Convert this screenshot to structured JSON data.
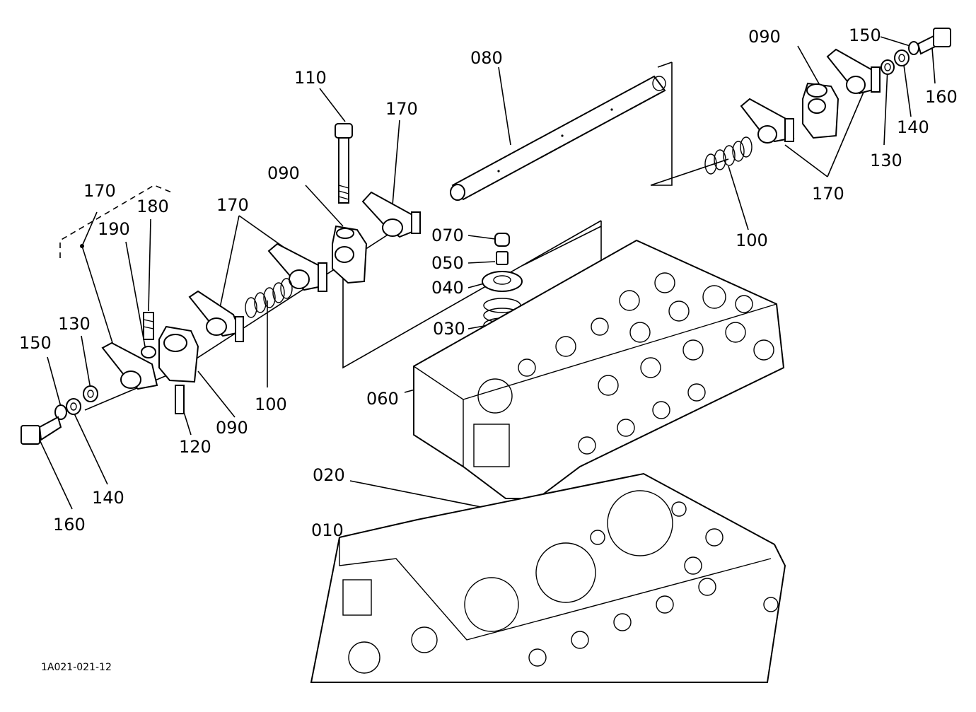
{
  "diagram": {
    "code": "1A021-021-12",
    "labels": {
      "l090_tr": "090",
      "l150_tr": "150",
      "l080": "080",
      "l110": "110",
      "l170_top": "170",
      "l160_tr": "160",
      "l140_tr": "140",
      "l130_tr": "130",
      "l170_r": "170",
      "l100_r": "100",
      "l090_m": "090",
      "l170_br": "170",
      "l180": "180",
      "l190": "190",
      "l170_l": "170",
      "l070": "070",
      "l050": "050",
      "l040": "040",
      "l030": "030",
      "l130_l": "130",
      "l150_l": "150",
      "l060": "060",
      "l100_m": "100",
      "l090_l": "090",
      "l120": "120",
      "l140_l": "140",
      "l160_l": "160",
      "l020": "020",
      "l010": "010"
    }
  }
}
